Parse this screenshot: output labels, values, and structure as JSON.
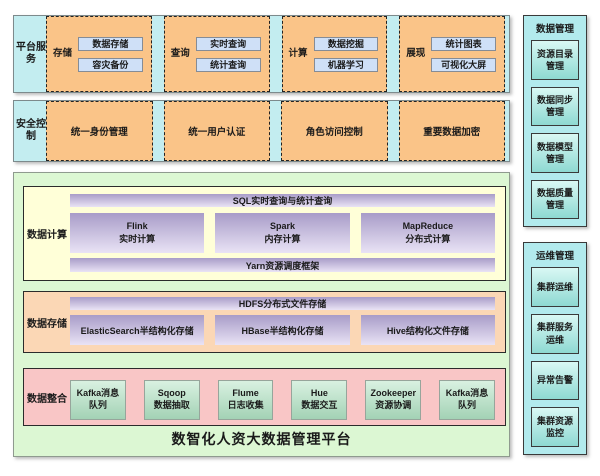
{
  "platform_services": {
    "label": "平台服务",
    "groups": [
      {
        "label": "存储",
        "items": [
          "数据存储",
          "容灾备份"
        ]
      },
      {
        "label": "查询",
        "items": [
          "实时查询",
          "统计查询"
        ]
      },
      {
        "label": "计算",
        "items": [
          "数据挖掘",
          "机器学习"
        ]
      },
      {
        "label": "展现",
        "items": [
          "统计图表",
          "可视化大屏"
        ]
      }
    ]
  },
  "security_control": {
    "label": "安全控制",
    "items": [
      "统一身份管理",
      "统一用户认证",
      "角色访问控制",
      "重要数据加密"
    ]
  },
  "main_platform": {
    "title": "数智化人资大数据管理平台",
    "compute": {
      "label": "数据计算",
      "top_bar": "SQL实时查询与统计查询",
      "engines": [
        [
          "Flink",
          "实时计算"
        ],
        [
          "Spark",
          "内存计算"
        ],
        [
          "MapReduce",
          "分布式计算"
        ]
      ],
      "bottom_bar": "Yarn资源调度框架"
    },
    "storage": {
      "label": "数据存储",
      "top_bar": "HDFS分布式文件存储",
      "stores": [
        "ElasticSearch半结构化存储",
        "HBase半结构化存储",
        "Hive结构化文件存储"
      ]
    },
    "integration": {
      "label": "数据整合",
      "tools": [
        [
          "Kafka消息队列"
        ],
        [
          "Sqoop",
          "数据抽取"
        ],
        [
          "Flume",
          "日志收集"
        ],
        [
          "Hue",
          "数据交互"
        ],
        [
          "Zookeeper",
          "资源协调"
        ],
        [
          "Kafka消息队列"
        ]
      ]
    }
  },
  "sidebar": {
    "data_management": {
      "title": "数据管理",
      "items": [
        "资源目录管理",
        "数据同步管理",
        "数据模型管理",
        "数据质量管理"
      ]
    },
    "ops_management": {
      "title": "运维管理",
      "items": [
        "集群运维",
        "集群服务运维",
        "异常告警",
        "集群资源监控"
      ]
    }
  },
  "colors": {
    "panel_cyan": "#c3edf0",
    "group_orange": "#fac488",
    "item_blue": "#cfe0f7",
    "main_green": "#dcf7d3",
    "compute_yellow": "#ffffd8",
    "storage_peach": "#fbd7b5",
    "integration_pink": "#f9c6c6",
    "bar_purple_top": "#a89cc8",
    "bar_purple_bottom": "#e9e3f5",
    "tool_green_top": "#d9f1e1",
    "tool_green_bottom": "#a3d2b5",
    "sidebar_cyan": "#b2eaed",
    "sidebar_box_top": "#d9f8f4",
    "sidebar_box_bottom": "#8ed9d2"
  }
}
